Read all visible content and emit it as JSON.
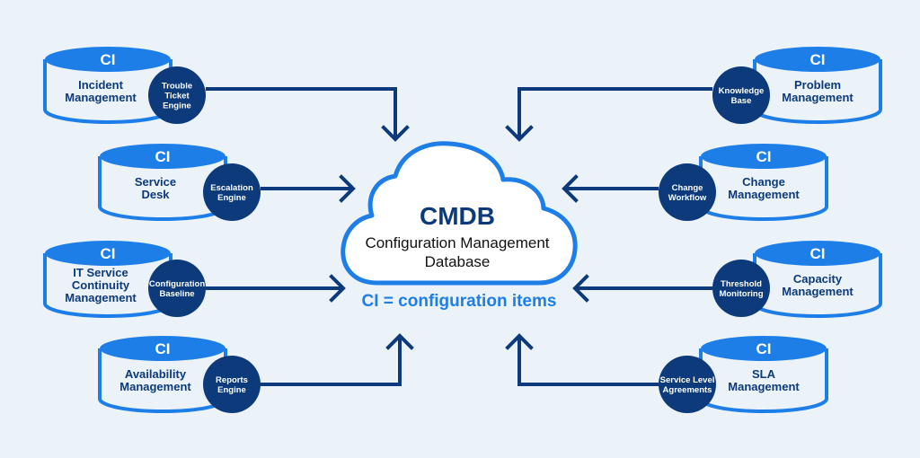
{
  "diagram": {
    "center": {
      "title": "CMDB",
      "subtitle_lines": [
        "Configuration Management",
        "Database"
      ],
      "note": "CI = configuration items"
    },
    "colors": {
      "background": "#ebf2f8",
      "cylinder_blue": "#1e7ee8",
      "engine_navy": "#0c3a7a",
      "arrow_navy": "#0c3a7a",
      "cloud_fill": "#ffffff"
    },
    "nodes": [
      {
        "id": "incident",
        "side": "left",
        "ci_label": "CI",
        "process_lines": [
          "Incident",
          "Management"
        ],
        "engine_lines": [
          "Trouble",
          "Ticket",
          "Engine"
        ],
        "arrow": "down"
      },
      {
        "id": "service-desk",
        "side": "left",
        "ci_label": "CI",
        "process_lines": [
          "Service",
          "Desk"
        ],
        "engine_lines": [
          "Escalation",
          "Engine"
        ],
        "arrow": "right"
      },
      {
        "id": "it-service-continuity",
        "side": "left",
        "ci_label": "CI",
        "process_lines": [
          "IT Service",
          "Continuity",
          "Management"
        ],
        "engine_lines": [
          "Configuration",
          "Baseline"
        ],
        "arrow": "right"
      },
      {
        "id": "availability",
        "side": "left",
        "ci_label": "CI",
        "process_lines": [
          "Availability",
          "Management"
        ],
        "engine_lines": [
          "Reports",
          "Engine"
        ],
        "arrow": "up"
      },
      {
        "id": "problem",
        "side": "right",
        "ci_label": "CI",
        "process_lines": [
          "Problem",
          "Management"
        ],
        "engine_lines": [
          "Knowledge",
          "Base"
        ],
        "arrow": "down"
      },
      {
        "id": "change",
        "side": "right",
        "ci_label": "CI",
        "process_lines": [
          "Change",
          "Management"
        ],
        "engine_lines": [
          "Change",
          "Workflow"
        ],
        "arrow": "left"
      },
      {
        "id": "capacity",
        "side": "right",
        "ci_label": "CI",
        "process_lines": [
          "Capacity",
          "Management"
        ],
        "engine_lines": [
          "Threshold",
          "Monitoring"
        ],
        "arrow": "left"
      },
      {
        "id": "sla",
        "side": "right",
        "ci_label": "CI",
        "process_lines": [
          "SLA",
          "Management"
        ],
        "engine_lines": [
          "Service Level",
          "Agreements"
        ],
        "arrow": "up"
      }
    ]
  }
}
